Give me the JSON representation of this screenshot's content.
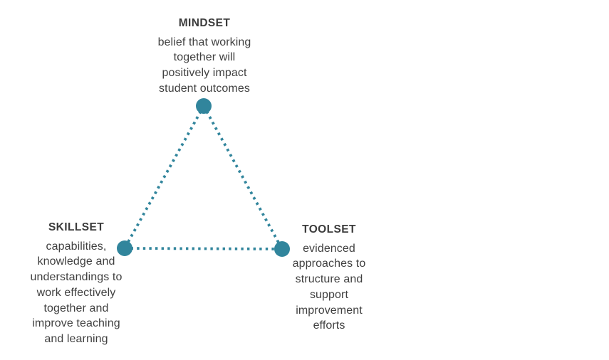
{
  "diagram": {
    "type": "triangle-concept-diagram",
    "colors": {
      "accent": "#31859c",
      "text": "#404040",
      "background": "#ffffff"
    },
    "nodes": {
      "mindset": {
        "label": "MINDSET",
        "description": "belief that working together will positively impact student outcomes",
        "lines": [
          "belief that working",
          "together will",
          "positively impact",
          "student outcomes"
        ]
      },
      "skillset": {
        "label": "SKILLSET",
        "description": "capabilities, knowledge and understandings to work effectively together and improve teaching and learning",
        "lines": [
          "capabilities,",
          "knowledge and",
          "understandings to",
          "work effectively",
          "together and",
          "improve teaching",
          "and learning"
        ]
      },
      "toolset": {
        "label": "TOOLSET",
        "description": "evidenced approaches to structure and support improvement efforts",
        "lines": [
          "evidenced",
          "approaches to",
          "structure and",
          "support",
          "improvement",
          "efforts"
        ]
      }
    },
    "edges": [
      {
        "from": "MINDSET",
        "to": "SKILLSET",
        "style": "dotted"
      },
      {
        "from": "MINDSET",
        "to": "TOOLSET",
        "style": "dotted"
      },
      {
        "from": "SKILLSET",
        "to": "TOOLSET",
        "style": "dotted"
      }
    ]
  }
}
